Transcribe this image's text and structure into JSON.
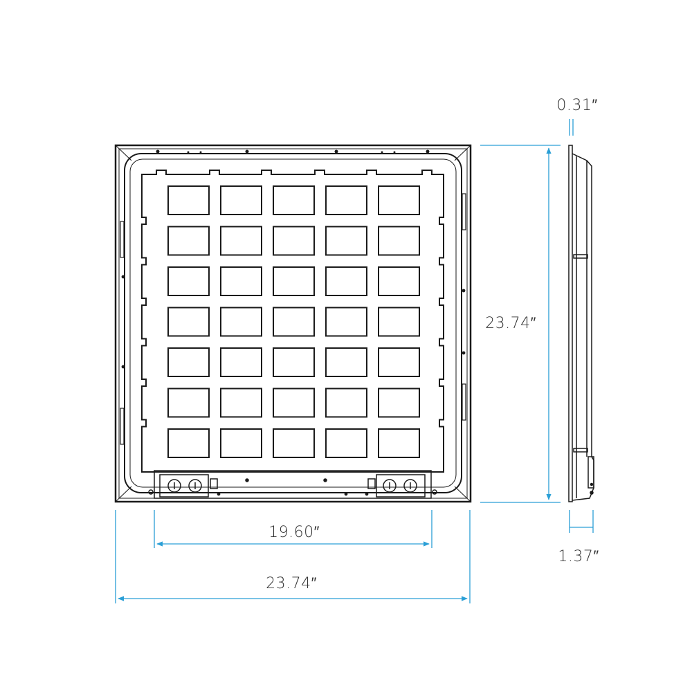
{
  "dimensions": {
    "front_height": "23.74″",
    "front_width": "23.74″",
    "inner_width": "19.60″",
    "side_depth": "1.37″",
    "side_lip": "0.31″"
  },
  "colors": {
    "line": "#1a1a1a",
    "dimension": "#2a9fd6",
    "text": "#333333"
  },
  "grid": {
    "rows": 7,
    "cols": 5
  }
}
